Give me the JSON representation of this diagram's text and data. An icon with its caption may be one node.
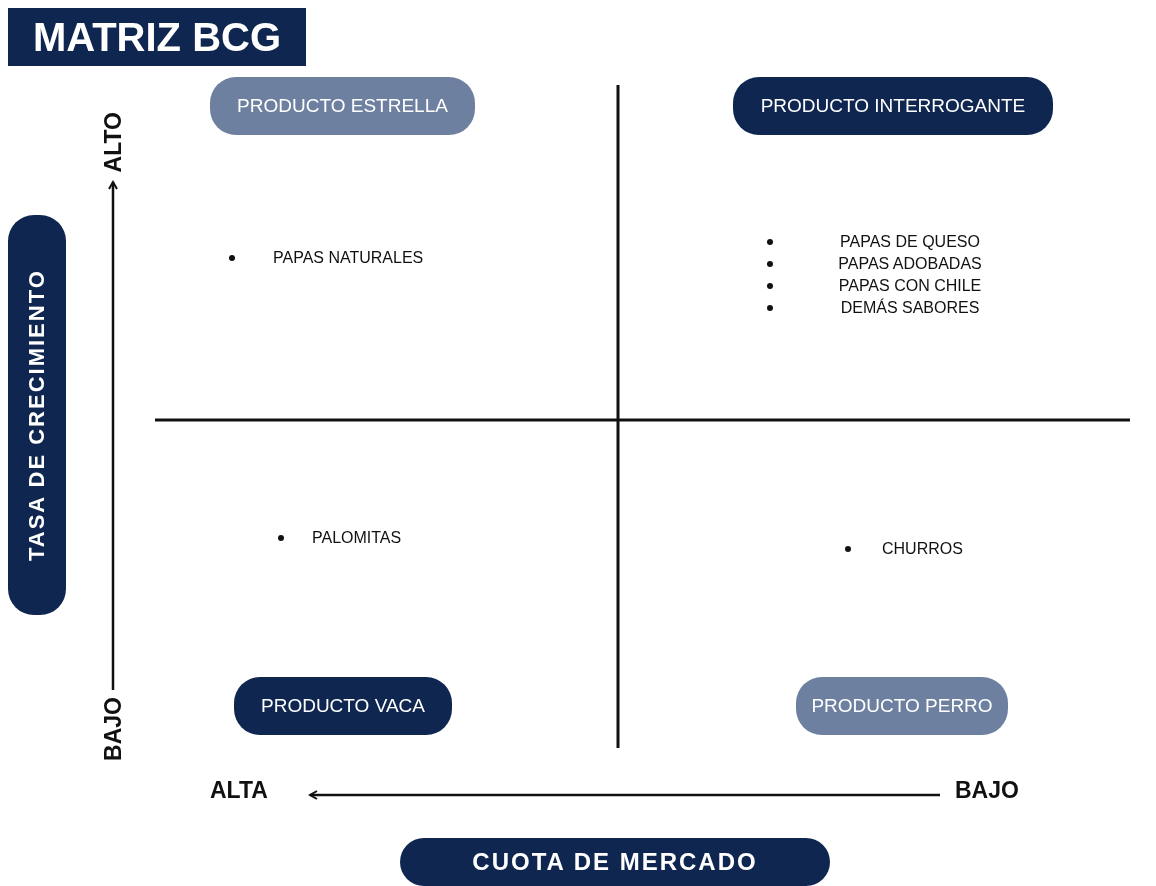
{
  "diagram": {
    "nodes": [
      {
        "text": [
          "MATRIZ BCG"
        ]
      },
      {
        "text": [
          "PRODUCTO ESTRELLA"
        ]
      },
      {
        "text": [
          "PRODUCTO INTERROGANTE"
        ]
      },
      {
        "text": [
          "PRODUCTO VACA"
        ]
      },
      {
        "text": [
          "PRODUCTO PERRO"
        ]
      },
      {
        "text": [
          "TASA DE CRECIMIENTO"
        ]
      },
      {
        "text": [
          "CUOTA DE MERCADO"
        ]
      }
    ],
    "labels": [
      "ALTO",
      "PAPAS NATURALES",
      "PAPAS DE QUESO",
      "PAPAS ADOBADAS",
      "PAPAS CON CHILE",
      "DEMÁS SABORES",
      "PALOMITAS",
      "CHURROS",
      "BAJO",
      "ALTA",
      "BAJO"
    ]
  }
}
